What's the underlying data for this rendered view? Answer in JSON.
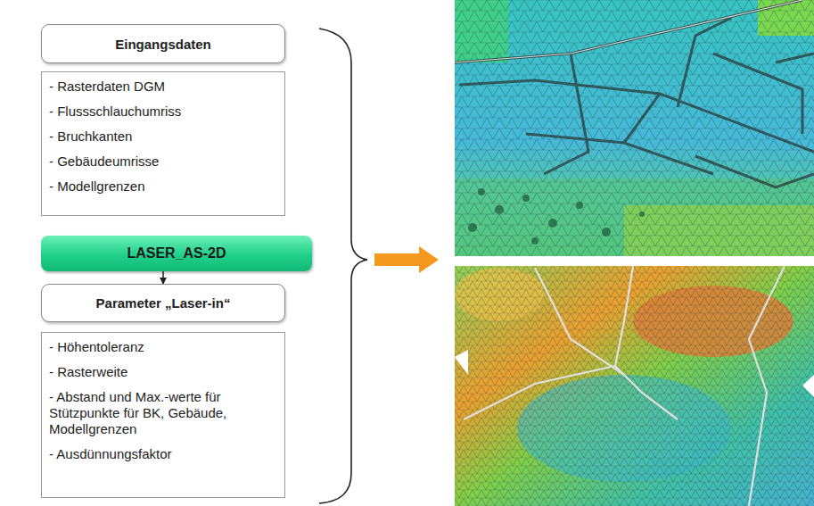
{
  "diagram": {
    "nodes": [
      {
        "text": [
          "Eingangsdaten"
        ]
      },
      {
        "text": [
          "- Rasterdaten DGM",
          "- Flussschlauchumriss",
          "- Bruchkanten",
          "- Gebäudeumrisse",
          "- Modellgrenzen"
        ]
      },
      {
        "text": [
          "LASER_AS-2D"
        ]
      },
      {
        "text": [
          "Parameter „Laser-in“"
        ]
      },
      {
        "text": [
          "- Höhentoleranz",
          "- Rasterweite",
          "- Abstand und Max.-werte für Stützpunkte für BK, Gebäude, Modellgrenzen",
          "- Ausdünnungsfaktor"
        ]
      }
    ],
    "edges": [
      {
        "from": 2,
        "to": 3,
        "arrow": "to"
      }
    ]
  }
}
